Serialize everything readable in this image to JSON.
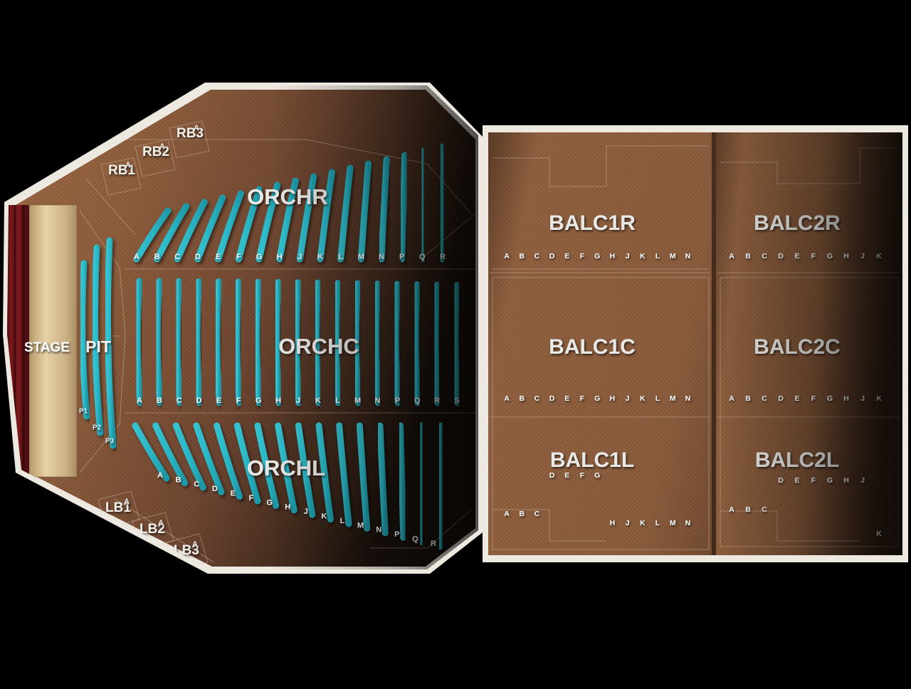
{
  "venue": {
    "background_color": "#000000",
    "floor_color": "#8b5a3c",
    "border_color": "#ede8e0",
    "seat_color": "#2bb5c4",
    "seat_color_dim": "#17808f",
    "label_color": "#e8e8e6"
  },
  "stage": {
    "label": "STAGE",
    "curtain_color": "#6b1416",
    "deck_color": "#d9c08c"
  },
  "pit": {
    "label": "PIT",
    "rows": [
      "P1",
      "P2",
      "P3"
    ]
  },
  "right_boxes": [
    {
      "label": "RB1",
      "row": "A"
    },
    {
      "label": "RB2",
      "row": "A"
    },
    {
      "label": "RB3",
      "row": "A"
    }
  ],
  "left_boxes": [
    {
      "label": "LB1",
      "row": "A"
    },
    {
      "label": "LB2",
      "row": "A"
    },
    {
      "label": "LB3",
      "row": "A"
    }
  ],
  "sections": [
    {
      "id": "ORCHR",
      "label": "ORCHR",
      "rows": [
        "A",
        "B",
        "C",
        "D",
        "E",
        "F",
        "G",
        "H",
        "J",
        "K",
        "L",
        "M",
        "N",
        "P",
        "Q",
        "R"
      ]
    },
    {
      "id": "ORCHC",
      "label": "ORCHC",
      "rows": [
        "A",
        "B",
        "C",
        "D",
        "E",
        "F",
        "G",
        "H",
        "J",
        "K",
        "L",
        "M",
        "N",
        "P",
        "Q",
        "R",
        "S"
      ]
    },
    {
      "id": "ORCHL",
      "label": "ORCHL",
      "rows": [
        "A",
        "B",
        "C",
        "D",
        "E",
        "F",
        "G",
        "H",
        "J",
        "K",
        "L",
        "M",
        "N",
        "P",
        "Q",
        "R"
      ]
    },
    {
      "id": "BALC1R",
      "label": "BALC1R",
      "rows": [
        "A",
        "B",
        "C",
        "D",
        "E",
        "F",
        "G",
        "H",
        "J",
        "K",
        "L",
        "M",
        "N"
      ]
    },
    {
      "id": "BALC1C",
      "label": "BALC1C",
      "rows": [
        "A",
        "B",
        "C",
        "D",
        "E",
        "F",
        "G",
        "H",
        "J",
        "K",
        "L",
        "M",
        "N"
      ]
    },
    {
      "id": "BALC1L",
      "label": "BALC1L",
      "rows": [
        "A",
        "B",
        "C",
        "D",
        "E",
        "F",
        "G",
        "H",
        "J",
        "K",
        "L",
        "M",
        "N"
      ]
    },
    {
      "id": "BALC2R",
      "label": "BALC2R",
      "rows": [
        "A",
        "B",
        "C",
        "D",
        "E",
        "F",
        "G",
        "H",
        "J",
        "K"
      ]
    },
    {
      "id": "BALC2C",
      "label": "BALC2C",
      "rows": [
        "A",
        "B",
        "C",
        "D",
        "E",
        "F",
        "G",
        "H",
        "J",
        "K"
      ]
    },
    {
      "id": "BALC2L",
      "label": "BALC2L",
      "rows": [
        "A",
        "B",
        "C",
        "D",
        "E",
        "F",
        "G",
        "H",
        "J",
        "K"
      ]
    }
  ]
}
